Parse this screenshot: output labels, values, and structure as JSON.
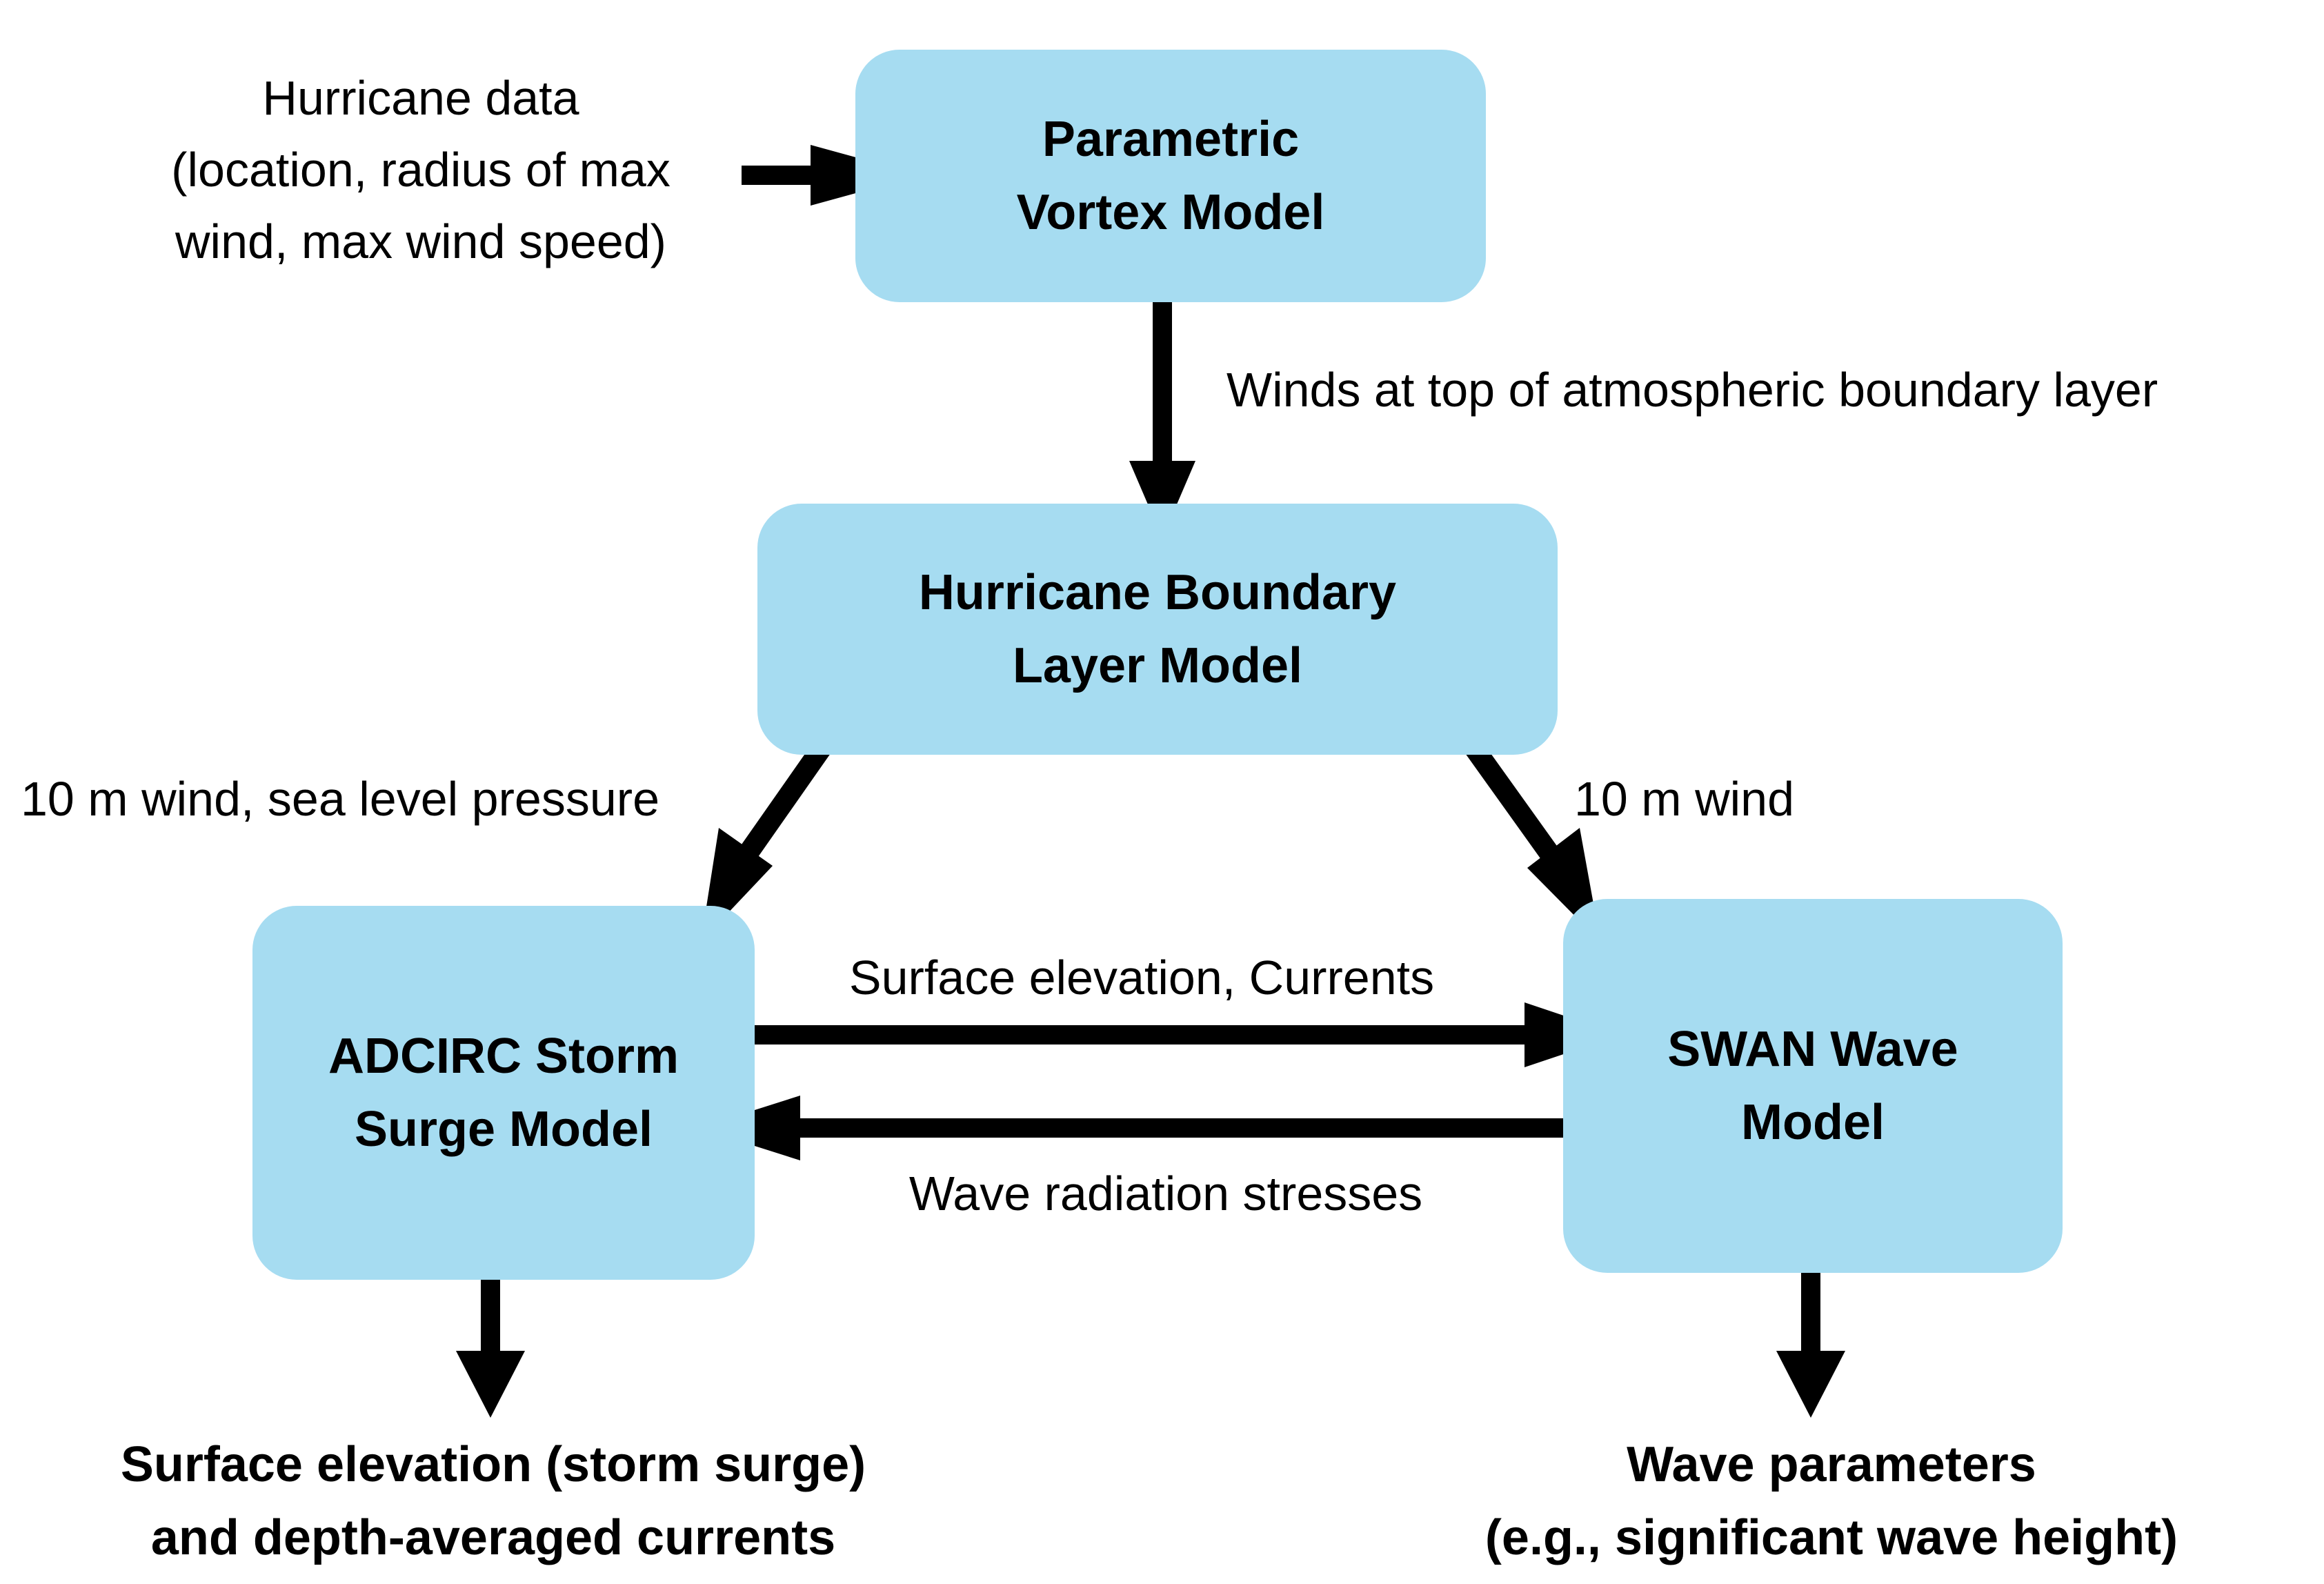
{
  "boxes": {
    "vortex": {
      "line1": "Parametric",
      "line2": "Vortex Model"
    },
    "boundary": {
      "line1": "Hurricane Boundary",
      "line2": "Layer Model"
    },
    "adcirc": {
      "line1": "ADCIRC Storm",
      "line2": "Surge Model"
    },
    "swan": {
      "line1": "SWAN Wave",
      "line2": "Model"
    }
  },
  "labels": {
    "hurricane_data": {
      "line1": "Hurricane data",
      "line2": "(location, radius of max",
      "line3": "wind, max wind speed)"
    },
    "winds_top": "Winds at top of atmospheric boundary layer",
    "wind_pressure": "10 m wind, sea level pressure",
    "wind_10m": "10 m wind",
    "surface_currents": "Surface elevation, Currents",
    "wave_stresses": "Wave radiation stresses",
    "adcirc_output": {
      "line1": "Surface elevation (storm surge)",
      "line2": "and depth-averaged currents"
    },
    "swan_output": {
      "line1": "Wave parameters",
      "line2": "(e.g., significant wave height)"
    }
  },
  "colors": {
    "box_fill": "#a6dcf1",
    "arrow": "#000000"
  }
}
